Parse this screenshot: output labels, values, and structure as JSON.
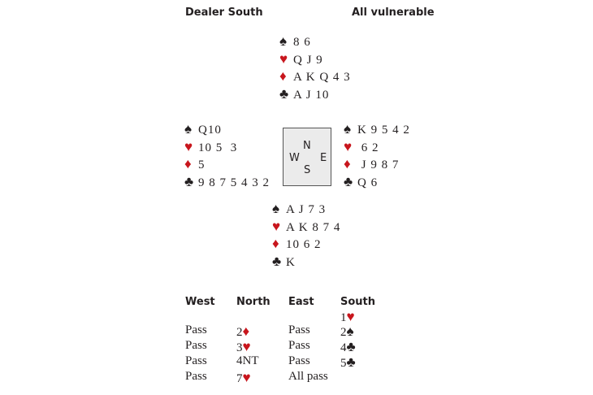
{
  "header": {
    "dealer": "Dealer South",
    "vulnerability": "All vulnerable"
  },
  "colors": {
    "red": "#c8161d",
    "black": "#231f20"
  },
  "suits": {
    "spade": {
      "glyph": "♠",
      "color": "black"
    },
    "heart": {
      "glyph": "♥",
      "color": "red"
    },
    "diamond": {
      "glyph": "♦",
      "color": "red"
    },
    "club": {
      "glyph": "♣",
      "color": "black"
    }
  },
  "hands": {
    "north": {
      "spade": "8 6",
      "heart": "Q J 9",
      "diamond": "A K Q 4 3",
      "club": "A J 10"
    },
    "west": {
      "spade": "Q10",
      "heart": "10 5  3",
      "diamond": "5",
      "club": "9 8 7 5 4 3 2"
    },
    "east": {
      "spade": "K 9 5 4 2",
      "heart": " 6 2",
      "diamond": " J 9 8 7",
      "club": "Q 6"
    },
    "south": {
      "spade": "A J 7 3",
      "heart": "A K 8 7 4",
      "diamond": "10 6 2",
      "club": "K"
    }
  },
  "compass": {
    "n": "N",
    "s": "S",
    "e": "E",
    "w": "W"
  },
  "auction": {
    "headers": [
      "West",
      "North",
      "East",
      "South"
    ],
    "rows": [
      [
        null,
        null,
        null,
        {
          "text": "1",
          "suit": "heart"
        }
      ],
      [
        {
          "text": "Pass"
        },
        {
          "text": "2",
          "suit": "diamond"
        },
        {
          "text": "Pass"
        },
        {
          "text": "2",
          "suit": "spade"
        }
      ],
      [
        {
          "text": "Pass"
        },
        {
          "text": "3",
          "suit": "heart"
        },
        {
          "text": "Pass"
        },
        {
          "text": "4",
          "suit": "club"
        }
      ],
      [
        {
          "text": "Pass"
        },
        {
          "text": "4NT"
        },
        {
          "text": "Pass"
        },
        {
          "text": "5",
          "suit": "club"
        }
      ],
      [
        {
          "text": "Pass"
        },
        {
          "text": "7",
          "suit": "heart"
        },
        {
          "text": "All pass"
        },
        null
      ]
    ]
  }
}
